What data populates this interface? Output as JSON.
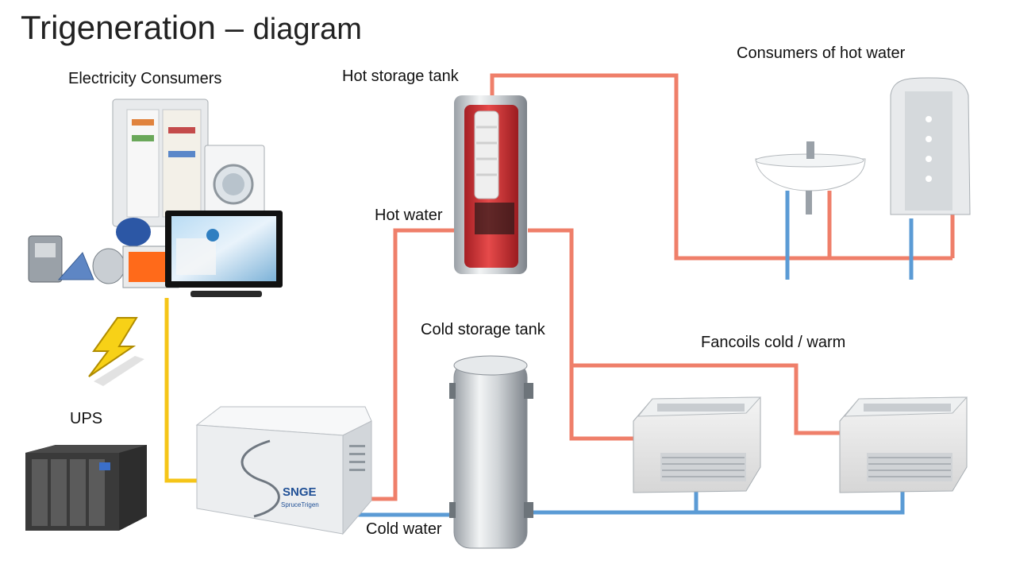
{
  "title": {
    "main": "Trigeneration",
    "dash": "–",
    "sub": "diagram"
  },
  "labels": {
    "electricity_consumers": "Electricity Consumers",
    "hot_storage_tank": "Hot storage tank",
    "consumers_hot_water": "Consumers of hot water",
    "hot_water": "Hot water",
    "cold_storage_tank": "Cold storage tank",
    "fancoils": "Fancoils cold / warm",
    "ups": "UPS",
    "cold_water": "Cold water"
  },
  "unit_brand": {
    "name": "SNGE",
    "model": "SpruceTrigen"
  },
  "colors": {
    "hot_pipe": "#ef7f6a",
    "cold_pipe": "#5b9bd5",
    "power_line": "#f5c518",
    "lightning": "#f7d117"
  }
}
